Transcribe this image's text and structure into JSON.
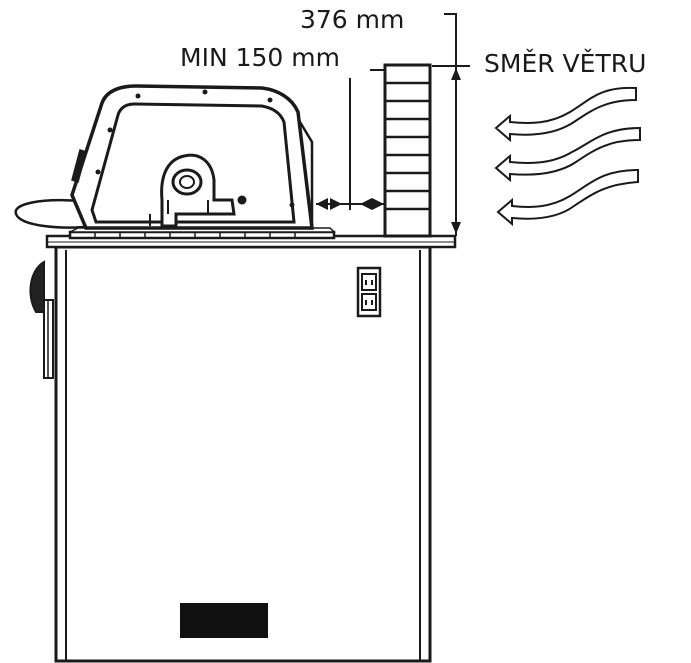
{
  "labels": {
    "windbreak_height": "376 mm",
    "min_distance": "MIN 150 mm",
    "wind_direction": "SMĚR VĚTRU"
  },
  "colors": {
    "stroke": "#1a1a1a",
    "fill_dark": "#111111",
    "background": "#ffffff"
  },
  "icons": {
    "wind_arrows": "wind-arrows-icon",
    "power_outlet": "power-outlet-icon"
  }
}
